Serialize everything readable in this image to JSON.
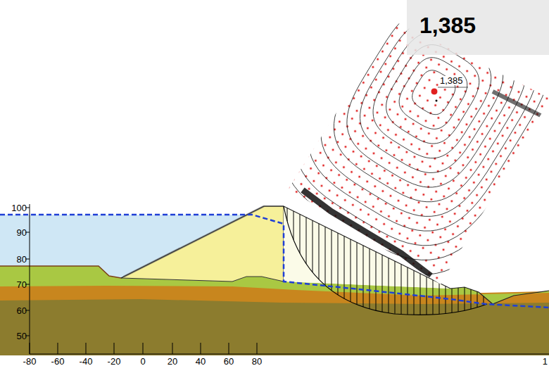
{
  "diagram": {
    "labels": [
      "1,385",
      "1,385",
      "100",
      "90",
      "80",
      "70",
      "60",
      "50",
      "-80",
      "-60",
      "-40",
      "-20",
      "0",
      "20",
      "40",
      "60",
      "80",
      "1"
    ]
  }
}
